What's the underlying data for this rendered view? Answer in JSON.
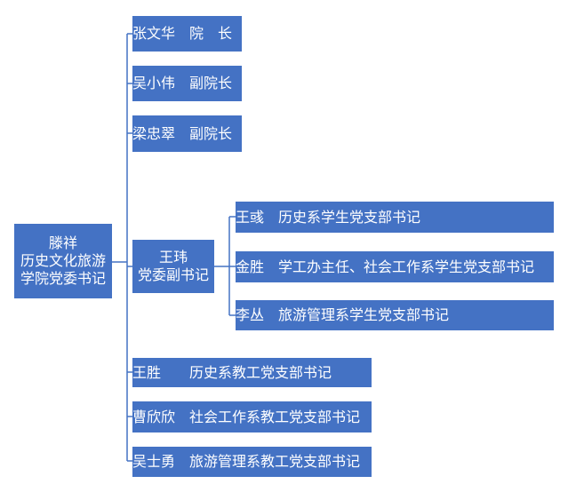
{
  "root": {
    "lines": [
      "滕祥",
      "历史文化旅游",
      "学院党委书记"
    ]
  },
  "children": [
    {
      "text": "张文华　院　长"
    },
    {
      "text": "吴小伟　副院长"
    },
    {
      "text": "梁忠翠　副院长"
    },
    {
      "lines": [
        "王玮",
        "党委副书记"
      ],
      "children": [
        {
          "text": "王彧　历史系学生党支部书记"
        },
        {
          "text": "金胜　学工办主任、社会工作系学生党支部书记"
        },
        {
          "text": "李丛　旅游管理系学生党支部书记"
        }
      ]
    },
    {
      "text": "王胜　　历史系教工党支部书记"
    },
    {
      "text": "曹欣欣　社会工作系教工党支部书记"
    },
    {
      "text": "吴士勇　旅游管理系教工党支部书记"
    }
  ],
  "colors": {
    "box": "#4472c4",
    "text": "#ffffff",
    "line": "#4472c4"
  }
}
